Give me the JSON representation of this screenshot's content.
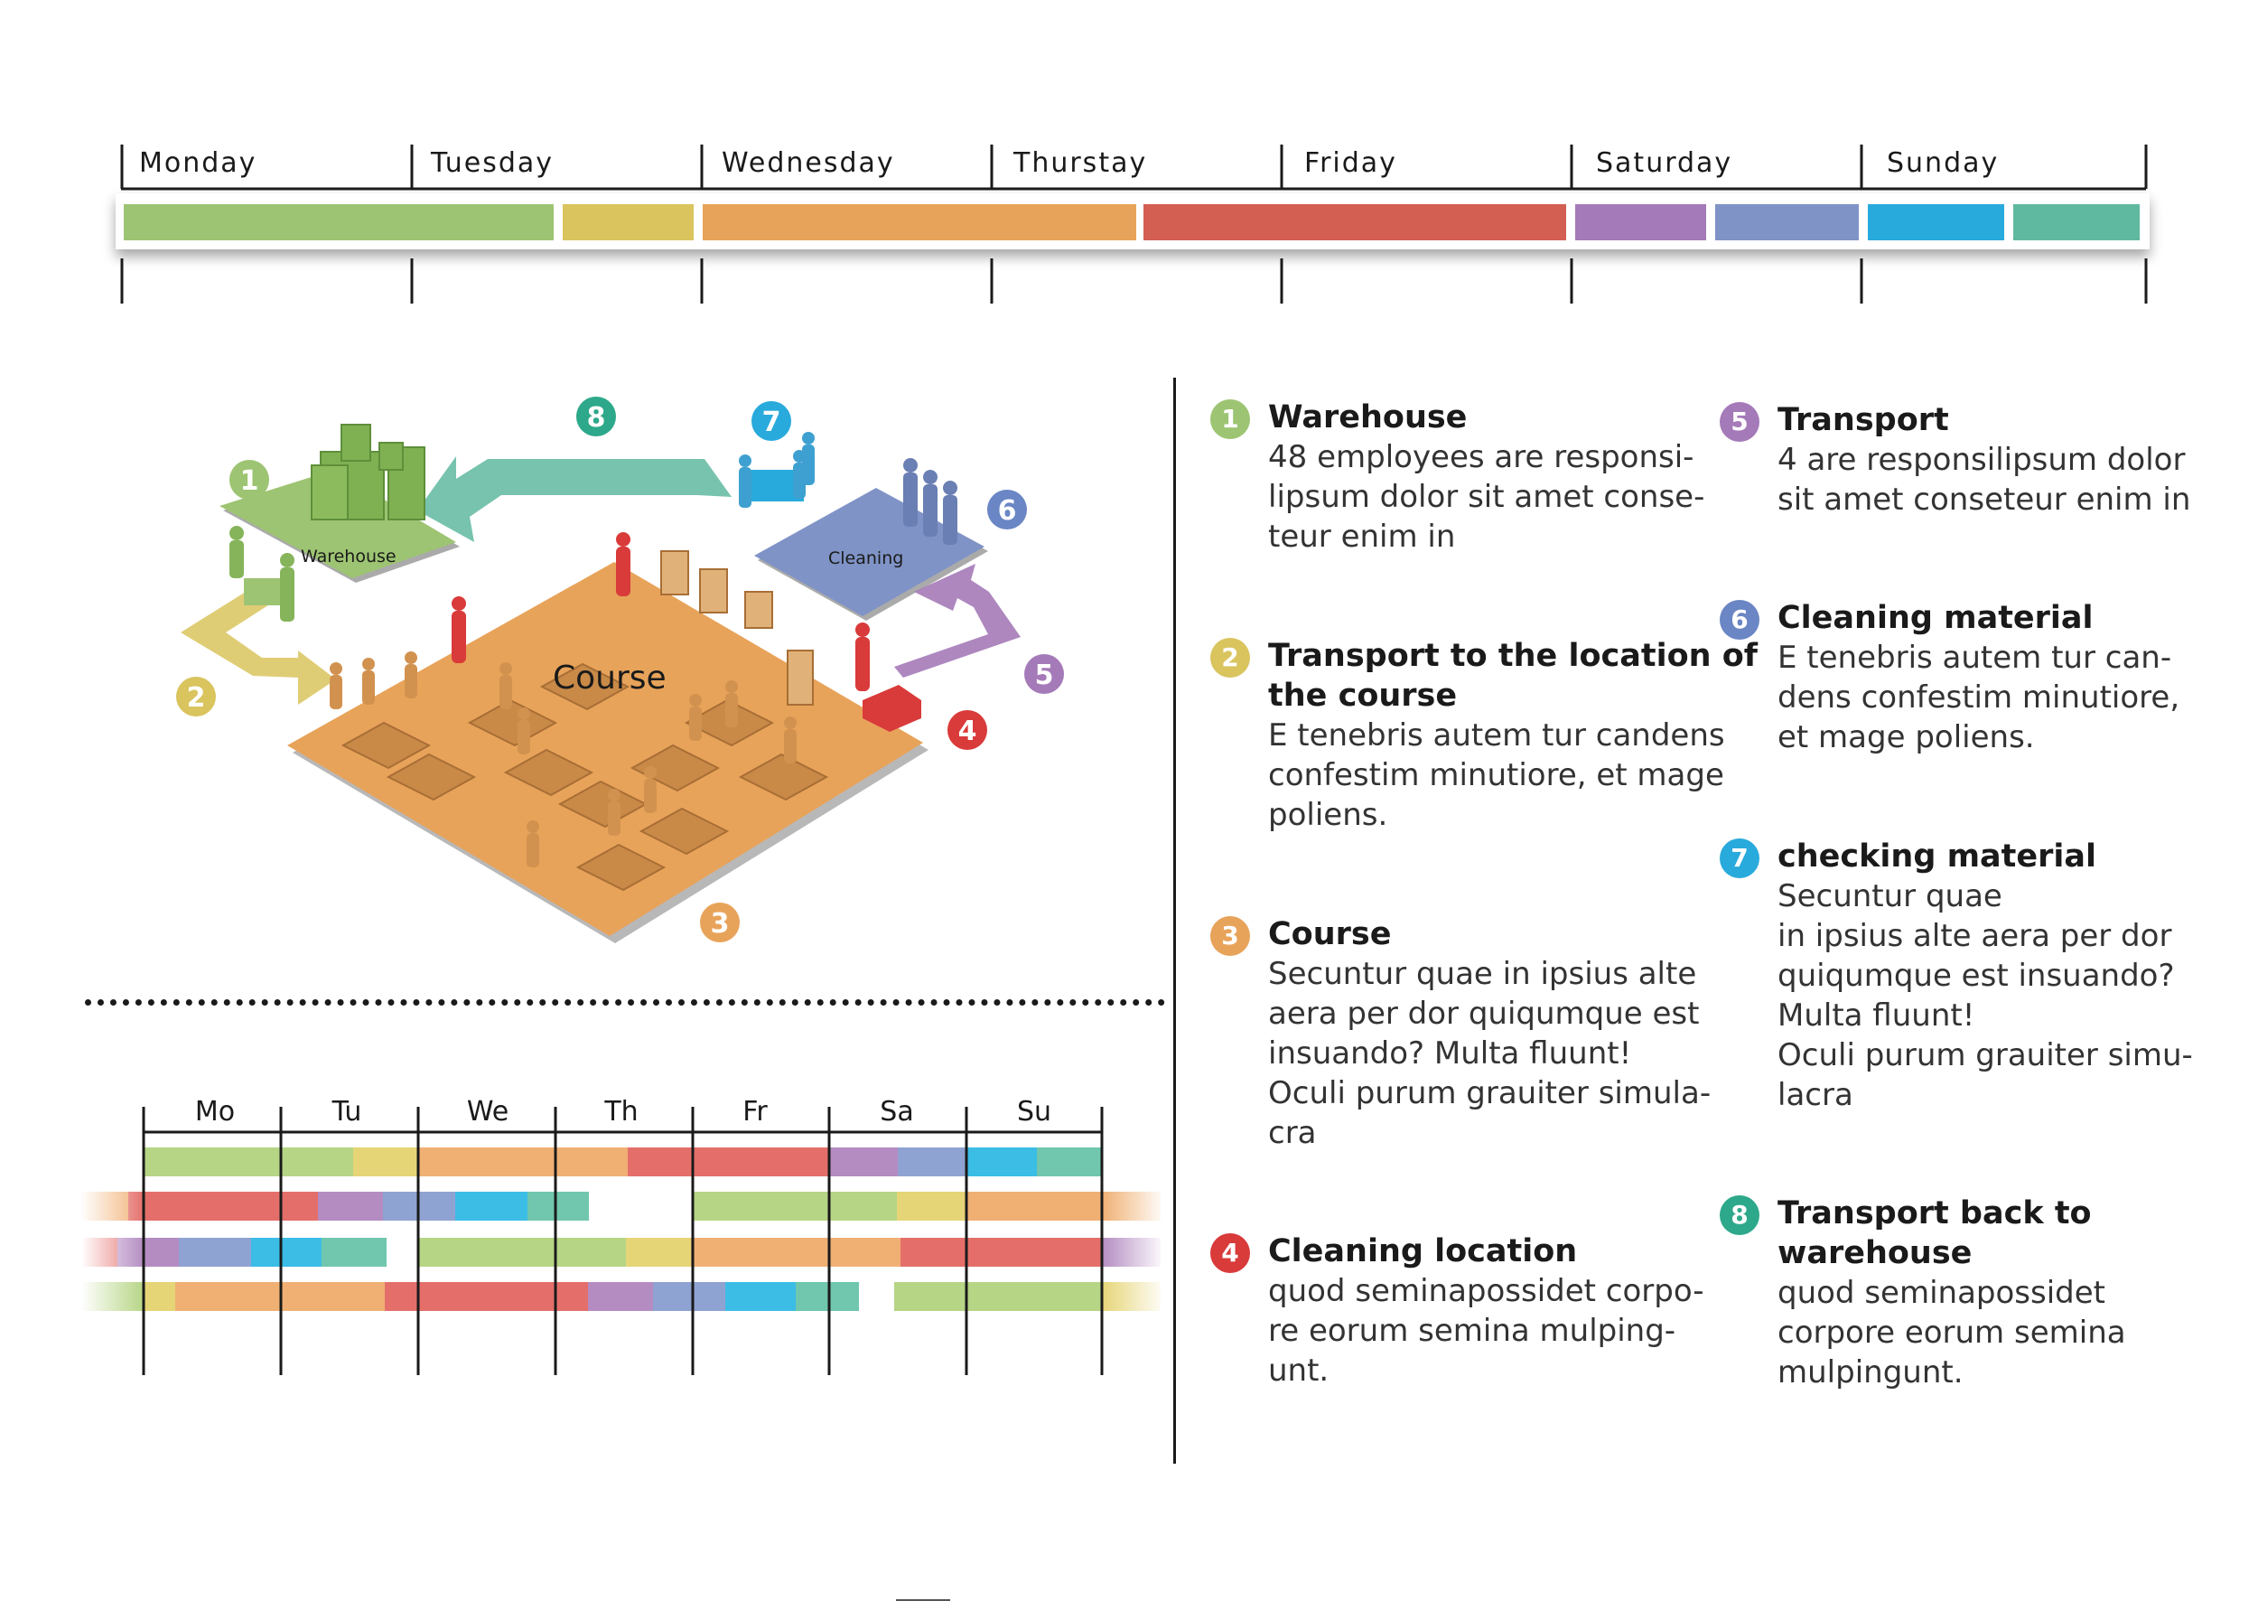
{
  "colors": {
    "warehouse": "#9dc472",
    "transport_to_course": "#d9c45e",
    "course": "#e8a35a",
    "cleaning_location": "#d35f52",
    "transport": "#a57ab8",
    "cleaning_material": "#7f93c6",
    "checking_material": "#29aadc",
    "transport_back": "#5fb9a0"
  },
  "top_timeline": {
    "days": [
      "Monday",
      "Tuesday",
      "Wednesday",
      "Thurstay",
      "Friday",
      "Saturday",
      "Sunday"
    ]
  },
  "diagram": {
    "course_label": "Course",
    "warehouse_label": "Warehouse",
    "cleaning_label": "Cleaning",
    "badges": [
      "1",
      "2",
      "3",
      "4",
      "5",
      "6",
      "7",
      "8"
    ]
  },
  "week_schedule": {
    "days": [
      "Mo",
      "Tu",
      "We",
      "Th",
      "Fr",
      "Sa",
      "Su"
    ]
  },
  "legend": [
    {
      "num": "1",
      "title": "Warehouse",
      "text": "48 employees are responsi-\nlipsum dolor sit amet conse-\nteur enim in",
      "color": "#9dc472"
    },
    {
      "num": "2",
      "title": "Transport to the location of\nthe course",
      "text": "E tenebris autem tur candens\nconfestim minutiore, et mage\npoliens.",
      "color": "#d9c45e"
    },
    {
      "num": "3",
      "title": "Course",
      "text": "Secuntur quae in ipsius alte\naera per dor quiqumque  est\ninsuando? Multa fluunt!\nOculi purum grauiter simula-\ncra",
      "color": "#e8a35a"
    },
    {
      "num": "4",
      "title": "Cleaning location",
      "text": "quod seminapossidet corpo-\nre eorum semina mulping-\nunt.",
      "color": "#d93a3a"
    },
    {
      "num": "5",
      "title": "Transport",
      "text": "4 are responsilipsum dolor\nsit amet conseteur enim in",
      "color": "#a57ab8"
    },
    {
      "num": "6",
      "title": "Cleaning material",
      "text": "E tenebris autem tur can-\ndens confestim minutiore,\net mage poliens.",
      "color": "#6a86c4"
    },
    {
      "num": "7",
      "title": "checking material",
      "text": "Secuntur quae\nin ipsius alte aera per dor\nquiqumque  est insuando?\nMulta fluunt!\nOculi purum grauiter simu-\nlacra",
      "color": "#29aadc"
    },
    {
      "num": "8",
      "title": "Transport back to\nwarehouse",
      "text": "quod seminapossidet\ncorpore eorum semina\nmulpingunt.",
      "color": "#2ea88a"
    }
  ]
}
